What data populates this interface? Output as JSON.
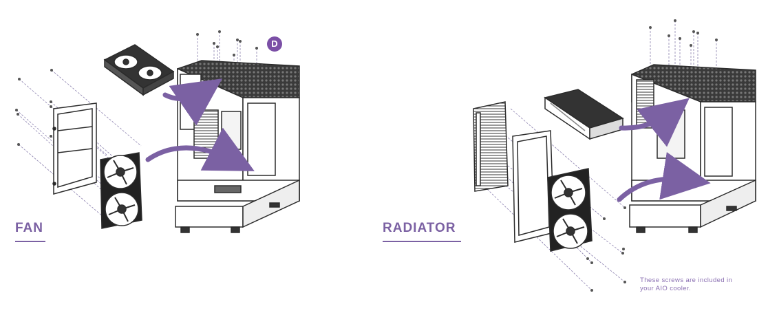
{
  "panels": {
    "fan": {
      "label": "FAN"
    },
    "radiator": {
      "label": "RADIATOR"
    }
  },
  "step": {
    "badge": "D"
  },
  "note": {
    "line1": "These screws are included in",
    "line2": "your AIO cooler."
  },
  "colors": {
    "accent": "#7b61a3",
    "badge": "#7b4fa6",
    "line": "#2b2b2b",
    "dash": "#8a7fae"
  }
}
